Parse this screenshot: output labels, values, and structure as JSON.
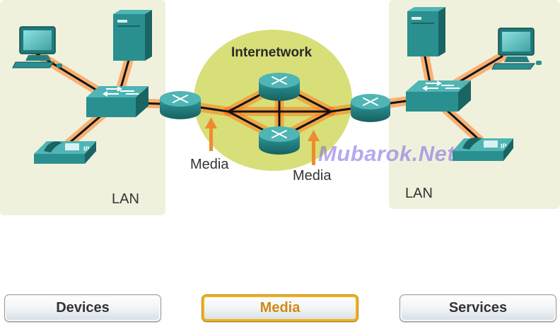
{
  "diagram": {
    "internetwork_label": "Internetwork",
    "lan_left_label": "LAN",
    "lan_right_label": "LAN",
    "media_label_left": "Media",
    "media_label_right": "Media",
    "watermark": "Mubarok.Net",
    "phone_left_badge": "IP",
    "phone_right_badge": "IP"
  },
  "tabs": [
    {
      "label": "Devices",
      "active": false
    },
    {
      "label": "Media",
      "active": true
    },
    {
      "label": "Services",
      "active": false
    }
  ],
  "colors": {
    "lan_bg": "#f0f1dc",
    "cloud_fill": "#d8df78",
    "device_teal": "#2a8f8f",
    "device_top": "#4fb5b5",
    "device_dark": "#1a6464",
    "link_glow": "#ff7a1c",
    "link_core": "#141414",
    "arrow": "#f08a30",
    "watermark": "#7d63e0",
    "tab_text": "#333333",
    "tab_active_text": "#d08a10"
  }
}
